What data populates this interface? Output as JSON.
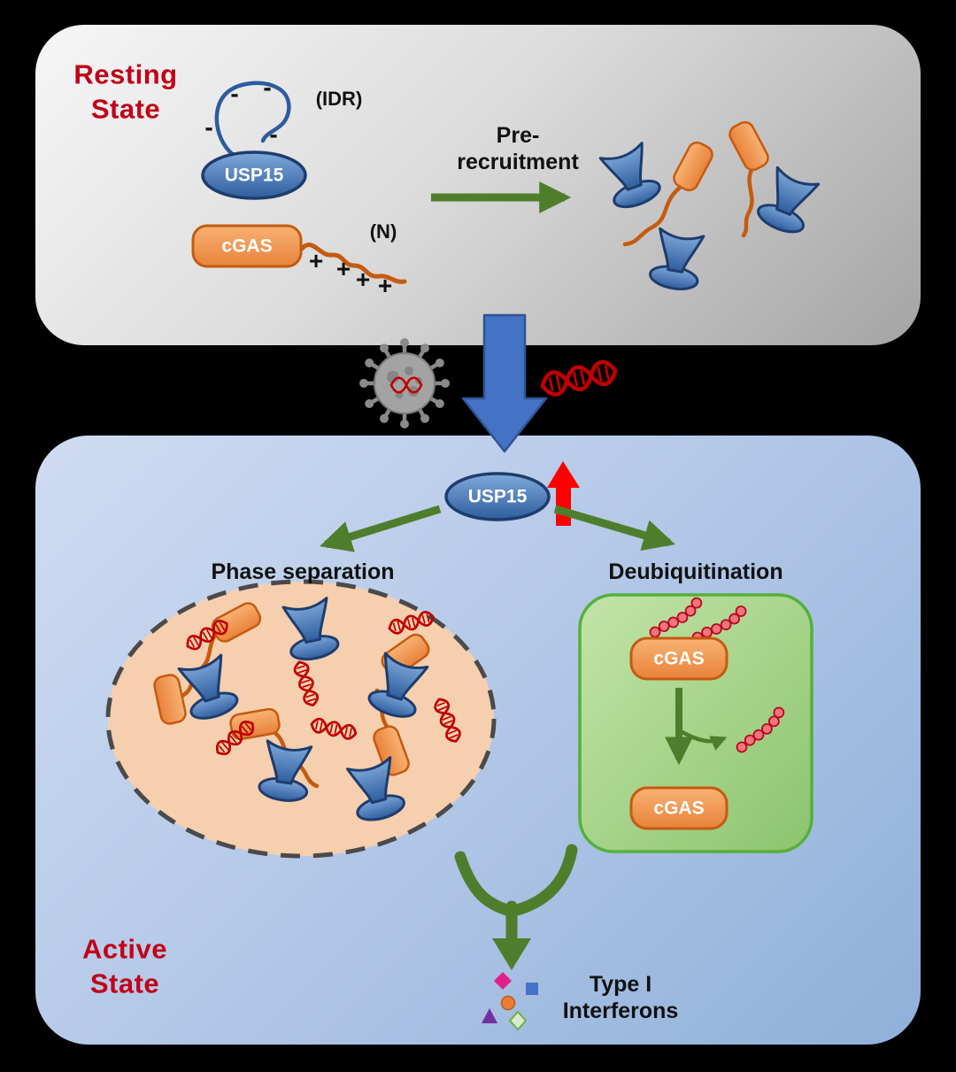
{
  "figure": {
    "resting": {
      "title": "Resting\nState",
      "idr_label": "(IDR)",
      "usp15_label": "USP15",
      "cgas_label": "cGAS",
      "n_label": "(N)",
      "prerecruitment_label": "Pre-\nrecruitment",
      "minus_signs": [
        "-",
        "-",
        "-",
        "-"
      ],
      "plus_signs": [
        "+",
        "+",
        "+",
        "+"
      ]
    },
    "active": {
      "title": "Active\nState",
      "usp15_label": "USP15",
      "phase_separation_label": "Phase separation",
      "deubiquitination_label": "Deubiquitination",
      "cgas_ubiquitinated_label": "cGAS",
      "cgas_deubiquitinated_label": "cGAS",
      "interferons_label": "Type I\nInterferons"
    },
    "icons": {
      "virus": "virus-icon",
      "viral_dna": "dna-helix-icon",
      "ubiquitin_chain": "ubiquitin-chain-icon",
      "interferon_molecules": "interferon-molecule-icons"
    },
    "colors": {
      "background": "#000000",
      "resting_panel_gray": "#d9d9d9",
      "active_panel_blue": "#b3c8e8",
      "title_red": "#c00018",
      "usp15_blue": "#4a86c8",
      "cgas_orange": "#f09a52",
      "arrow_green": "#4e7e2c",
      "deub_box_green": "#a9d48c",
      "condensate_fill": "#f6cfae",
      "dna_red": "#c00000",
      "activation_arrow_blue": "#4472c4",
      "upregulation_arrow_red": "#ff0000"
    }
  }
}
